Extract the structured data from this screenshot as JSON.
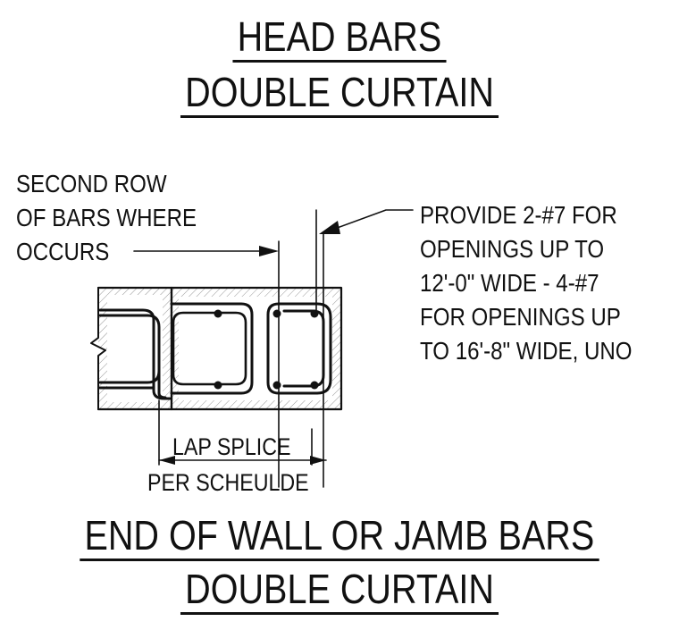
{
  "titles": {
    "top_line1": "HEAD BARS",
    "top_line2": "DOUBLE CURTAIN",
    "bottom_line1": "END OF WALL OR JAMB BARS",
    "bottom_line2": "DOUBLE CURTAIN"
  },
  "callouts": {
    "second_row": [
      "SECOND ROW",
      "OF BARS WHERE",
      "OCCURS"
    ],
    "provide": [
      "PROVIDE 2-#7 FOR",
      "OPENINGS UP TO",
      "12'-0\" WIDE - 4-#7",
      "FOR OPENINGS UP",
      "TO 16'-8\" WIDE, UNO"
    ]
  },
  "dimension": {
    "line1": "LAP SPLICE",
    "line2": "PER SCHEULDE"
  }
}
